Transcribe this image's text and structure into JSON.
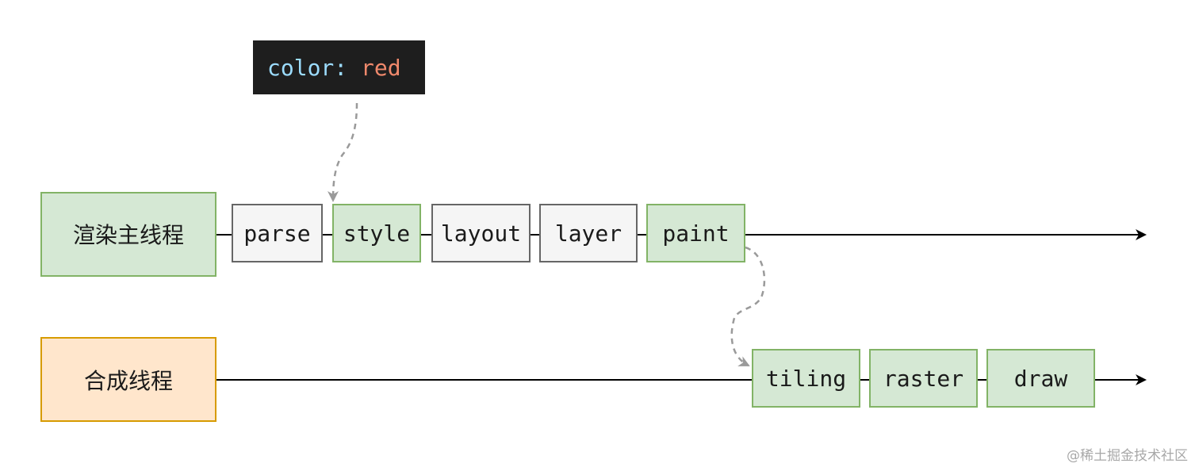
{
  "threads": {
    "main": {
      "label": "渲染主线程",
      "fill": "#d5e8d4",
      "stroke": "#82b366"
    },
    "compositor": {
      "label": "合成线程",
      "fill": "#ffe6cc",
      "stroke": "#d79b00"
    }
  },
  "main_stages": [
    {
      "label": "parse",
      "highlight": false
    },
    {
      "label": "style",
      "highlight": true
    },
    {
      "label": "layout",
      "highlight": false
    },
    {
      "label": "layer",
      "highlight": false
    },
    {
      "label": "paint",
      "highlight": true
    }
  ],
  "compositor_stages": [
    {
      "label": "tiling",
      "highlight": true
    },
    {
      "label": "raster",
      "highlight": true
    },
    {
      "label": "draw",
      "highlight": true
    }
  ],
  "code_snippet": {
    "property": "color",
    "separator": ": ",
    "value": "red",
    "background": "#1e1e1e",
    "property_color": "#9cdcfe",
    "value_color": "#f0896c"
  },
  "colors": {
    "stage_green_fill": "#d5e8d4",
    "stage_green_stroke": "#82b366",
    "stage_gray_fill": "#f5f5f5",
    "stage_gray_stroke": "#666666",
    "line": "#000000",
    "dashed_arrow": "#9a9a9a"
  },
  "watermark": "@稀土掘金技术社区"
}
